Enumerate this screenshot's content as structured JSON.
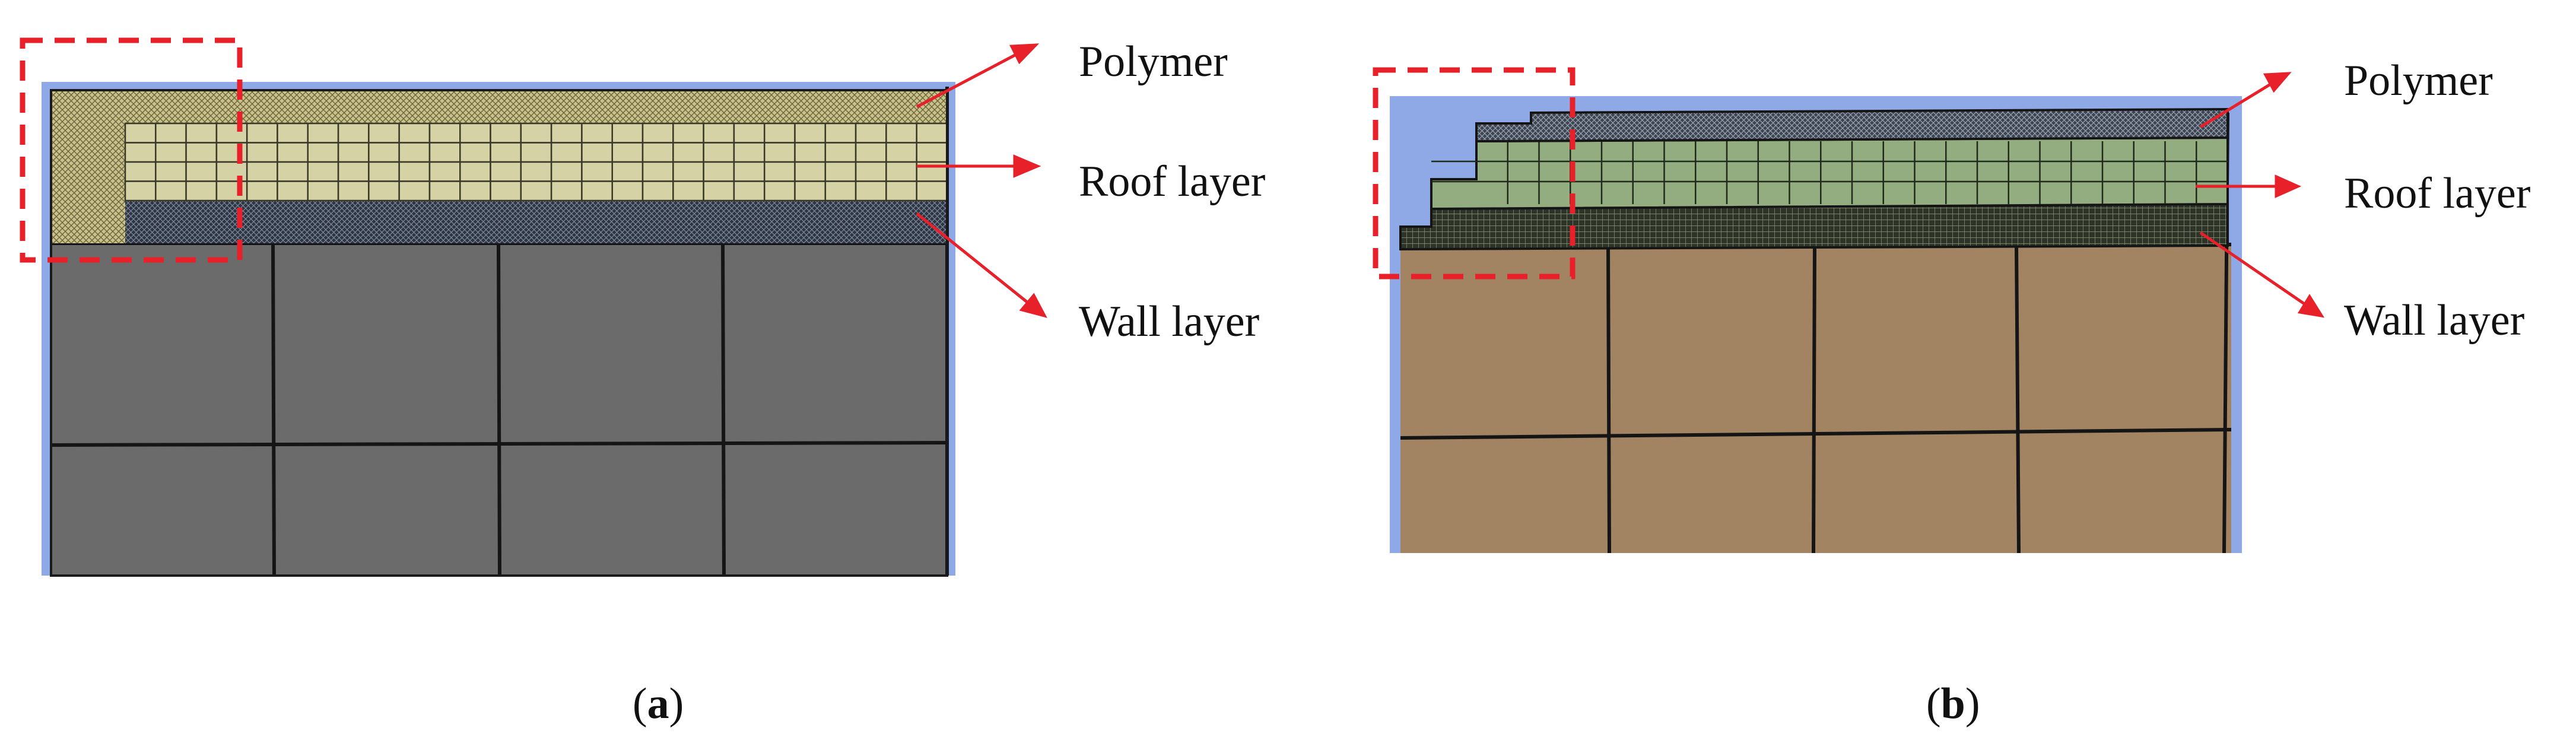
{
  "panels": [
    {
      "id": "a",
      "caption_letter": "a",
      "labels": [
        "Polymer",
        "Roof layer",
        "Wall layer"
      ]
    },
    {
      "id": "b",
      "caption_letter": "b",
      "labels": [
        "Polymer",
        "Roof layer",
        "Wall layer"
      ]
    }
  ],
  "colors": {
    "frame_blue": "#8fa8e6",
    "panel_a_base": "#6b6b6b",
    "panel_a_polymer": "#c9c38a",
    "panel_a_roof": "#d5d2a6",
    "panel_a_wall": "#2e3440",
    "panel_b_base": "#a28362",
    "panel_b_polymer": "#3e4552",
    "panel_b_roof": "#93ad80",
    "panel_b_wall": "#2e3528",
    "annotation_red": "#e8202a"
  }
}
